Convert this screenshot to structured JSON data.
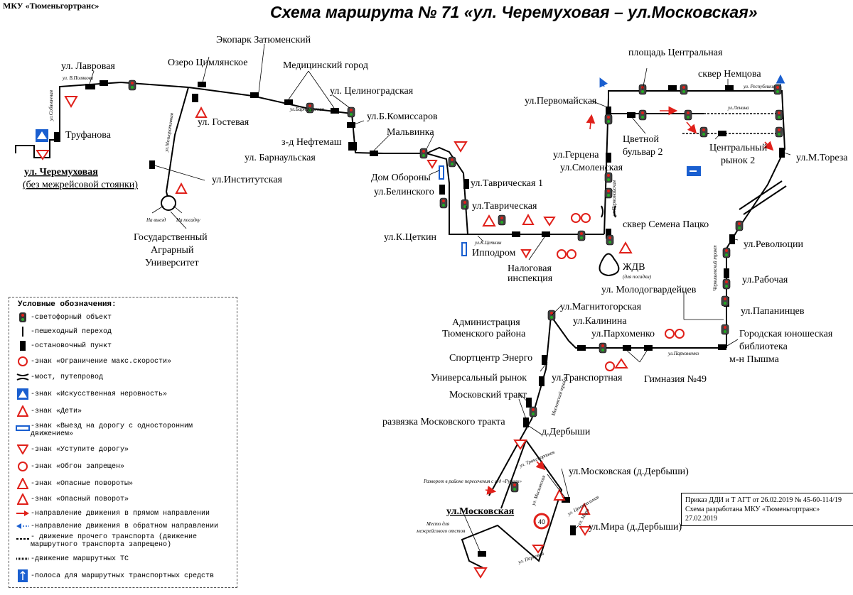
{
  "organization": "МКУ «Тюменьгортранс»",
  "title": "Схема маршрута № 71 «ул. Черемуховая – ул.Московская»",
  "stops": {
    "lavrovaya": "ул. Лавровая",
    "trufanova": "Труфанова",
    "cheremukhovaya": "ул. Черемуховая",
    "cheremukhovaya_note": "(без межрейсовой стоянки)",
    "ozero": "Озеро Цимлянское",
    "ekopark": "Экопарк Затюменский",
    "medgorod": "Медицинский город",
    "tselinogradskaya": "ул. Целиноградская",
    "gostevaya": "ул. Гостевая",
    "barnaulskaya": "ул. Барнаульская",
    "neftemash": "з-д Нефтемаш",
    "komissarov": "ул.Б.Комиссаров",
    "malvinka": "Мальвинка",
    "institutskaya": "ул.Институтская",
    "dom_oborony": "Дом Обороны",
    "belinskogo": "ул.Белинского",
    "tavricheskaya1": "ул.Таврическая 1",
    "tavricheskaya": "ул.Таврическая",
    "tsetkin": "ул.К.Цеткин",
    "ippodrom": "Ипподром",
    "nalogovaya1": "Налоговая",
    "nalogovaya2": "инспекция",
    "agro1": "Государственный",
    "agro2": "Аграрный",
    "agro3": "Университет",
    "pervomayskaya": "ул.Первомайская",
    "ploshchad": "площадь Центральная",
    "nemtsova": "сквер Немцова",
    "tsvetnoy1": "Цветной",
    "tsvetnoy2": "бульвар 2",
    "rynok1": "Центральный",
    "rynok2": "рынок 2",
    "toreza": "ул.М.Тореза",
    "gertsena": "ул.Герцена",
    "smolenskaya": "ул.Смоленская",
    "patsko": "сквер Семена Пацко",
    "zhdv": "ЖДВ",
    "revolyutsii": "ул.Революции",
    "rabochaya": "ул.Рабочая",
    "molodogvardeytsev": "ул. Молодогвардейцев",
    "papanintsev": "ул.Папанинцев",
    "biblioteka1": "Городская юношеская",
    "biblioteka2": "библиотека",
    "pyshma": "м-н Пышма",
    "gimnaziya": "Гимназия №49",
    "pakhomenko": "ул.Пархоменко",
    "kalinina": "ул.Калинина",
    "magnitogorskaya": "ул.Магнитогорская",
    "admin1": "Администрация",
    "admin2": "Тюменского района",
    "energo": "Спортцентр Энерго",
    "univ_rynok": "Универсальный рынок",
    "mosk_trakt": "Московский тракт",
    "transportnaya": "ул.Транспортная",
    "razvyazka": "развязка Московского тракта",
    "derbyshi": "д.Дербыши",
    "moskovskaya_d": "ул.Московская (д.Дербыши)",
    "mira_d": "ул.Мира (д.Дербыши)",
    "moskovskaya": "ул.Московская",
    "mesto1": "Место для",
    "mesto2": "межрейсового отстоя"
  },
  "small_labels": {
    "polyakova": "ул. В.Полякова",
    "sobyaninskaya": "ул.Собяничная",
    "mezhpromyslovaya": "ул.Мелиоративная",
    "barnaulskaya_s": "ул.Барнаульская",
    "tsetkin_s": "ул.К.Цеткин",
    "pervomayskaya_s": "ул.Первомайская",
    "respubliki_s": "ул. Республики",
    "lenina_s": "ул.Ленина",
    "chervishevsky": "Червишевский тракт",
    "pakhomenko_s": "ул.Пархоменко",
    "moskovsky_s": "Московский тракт",
    "transportnaya_s": "ул. Транспортная",
    "tsentralnaya_s": "ул. Центральная",
    "mira_s": "ул. Мира",
    "parkovaya_s": "ул. Парковая",
    "moskovskaya_s": "ул. Московская",
    "vyezd": "На выезд",
    "posadka": "На посадку",
    "zhdv_note": "(для посадки)",
    "razvorot": "Разворот в районе пересечения с а/д «Ручеек»",
    "speed_value": "40"
  },
  "legend": {
    "header": "Условные обозначения:",
    "items": [
      "-светофорный объект",
      "-пешеходный переход",
      "-остановочный пункт",
      "-знак «Ограничение макс.скорости»",
      "-мост, путепровод",
      "-знак «Искусственная неровность»",
      "-знак «Дети»",
      "-знак «Выезд на дорогу с односторонним движением»",
      "-знак «Уступите дорогу»",
      "-знак «Обгон запрещен»",
      "-знак «Опасные повороты»",
      "-знак «Опасный поворот»",
      "-направление движения в прямом направлении",
      "-направление движения в обратном направлении",
      "- движение прочего транспорта (движение маршрутного транспорта запрещено)",
      "-движение маршрутных ТС",
      "-полоса для маршрутных транспортных средств"
    ]
  },
  "order": {
    "line1": "Приказ ДДИ и Т АГТ от 26.02.2019 № 45-60-114/19",
    "line2": "Схема разработана МКУ «Тюменьгортранс» 27.02.2019"
  },
  "colors": {
    "route": "#000000",
    "sign_red": "#e0201a",
    "sign_blue": "#1a5fd0",
    "forward_arrow": "#e0201a",
    "backward_arrow": "#1a5fd0"
  }
}
